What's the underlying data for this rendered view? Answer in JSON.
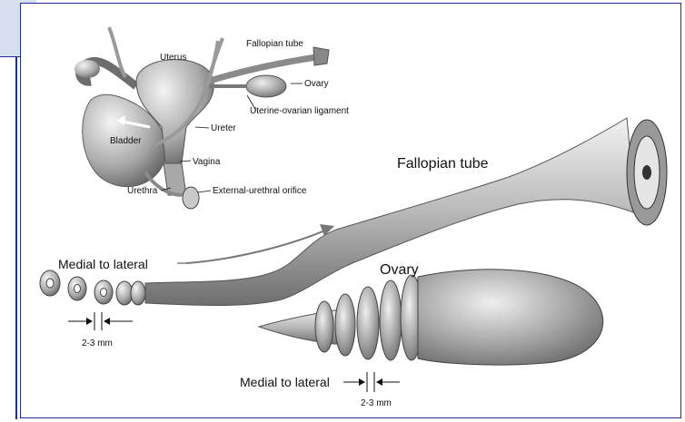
{
  "anatomy": {
    "uterus": "Uterus",
    "fallopian_tube_small": "Fallopian tube",
    "ovary_small": "Ovary",
    "uterine_ovarian_ligament": "Uterine-ovarian ligament",
    "ureter": "Ureter",
    "bladder": "Bladder",
    "vagina": "Vagina",
    "urethra": "Urethra",
    "external_urethral_orifice": "External-urethral orifice"
  },
  "main": {
    "fallopian_tube": "Fallopian tube",
    "ovary": "Ovary",
    "medial_to_lateral_tube": "Medial to lateral",
    "medial_to_lateral_ovary": "Medial to lateral",
    "slice_width_tube": "2-3 mm",
    "slice_width_ovary": "2-3 mm"
  }
}
